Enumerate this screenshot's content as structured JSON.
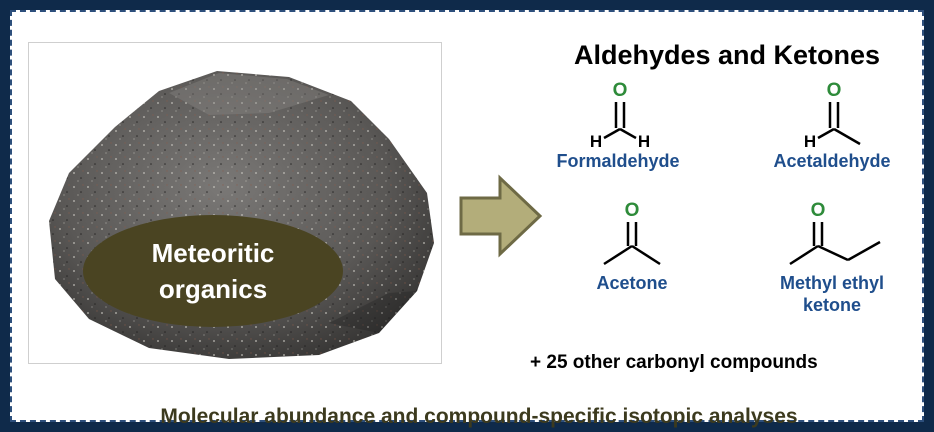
{
  "title": "Aldehydes and Ketones",
  "rock_label": [
    "Meteoritic",
    "organics"
  ],
  "molecules": [
    {
      "name": [
        "Formaldehyde"
      ],
      "oxygen": "O",
      "h_left": "H",
      "h_right": "H"
    },
    {
      "name": [
        "Acetaldehyde"
      ],
      "oxygen": "O",
      "h_left": "H"
    },
    {
      "name": [
        "Acetone"
      ],
      "oxygen": "O"
    },
    {
      "name": [
        "Methyl ethyl",
        "ketone"
      ],
      "oxygen": "O"
    }
  ],
  "note": "+ 25 other carbonyl compounds",
  "caption": "Molecular abundance and compound-specific isotopic analyses",
  "colors": {
    "oxygen": "#2e8b3a",
    "molecule_name": "#1f4e8c",
    "label_ellipse": "#4a4422",
    "arrow_fill": "#b3ad7a",
    "arrow_stroke": "#6e6a45",
    "caption": "#3c3a1e",
    "frame": "#0f2a4a"
  }
}
